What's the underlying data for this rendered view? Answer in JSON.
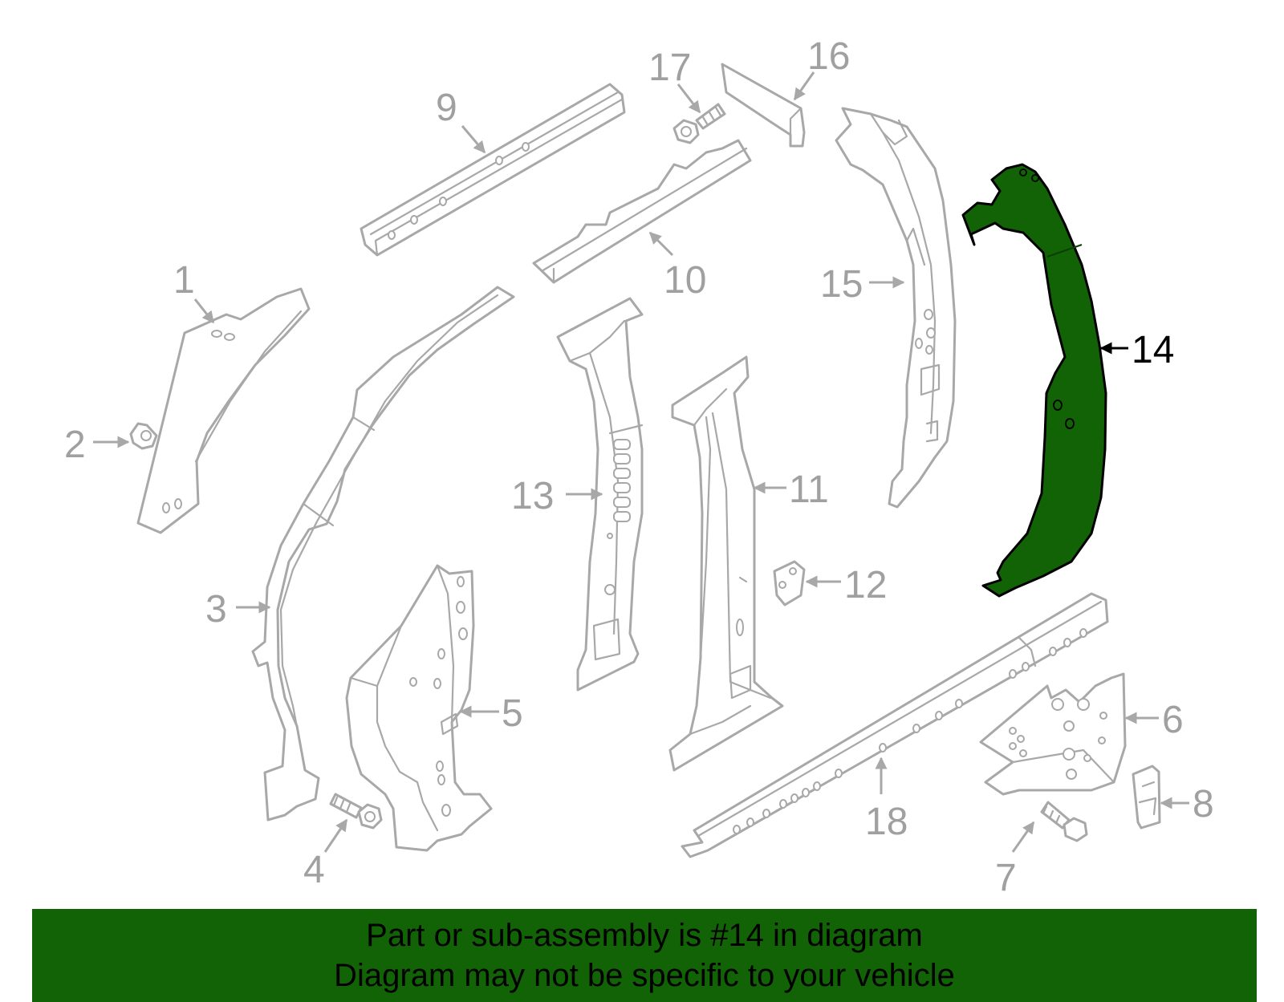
{
  "diagram": {
    "highlighted_part": "14",
    "callouts": {
      "c1": "1",
      "c2": "2",
      "c3": "3",
      "c4": "4",
      "c5": "5",
      "c6": "6",
      "c7": "7",
      "c8": "8",
      "c9": "9",
      "c10": "10",
      "c11": "11",
      "c12": "12",
      "c13": "13",
      "c14": "14",
      "c15": "15",
      "c16": "16",
      "c17": "17",
      "c18": "18"
    },
    "colors": {
      "highlight_fill": "#126306",
      "part_stroke": "#a8a8a8",
      "banner_background": "#126306"
    }
  },
  "banner": {
    "line1": "Part or sub-assembly is #14 in diagram",
    "line2": "Diagram may not be specific to your vehicle"
  }
}
